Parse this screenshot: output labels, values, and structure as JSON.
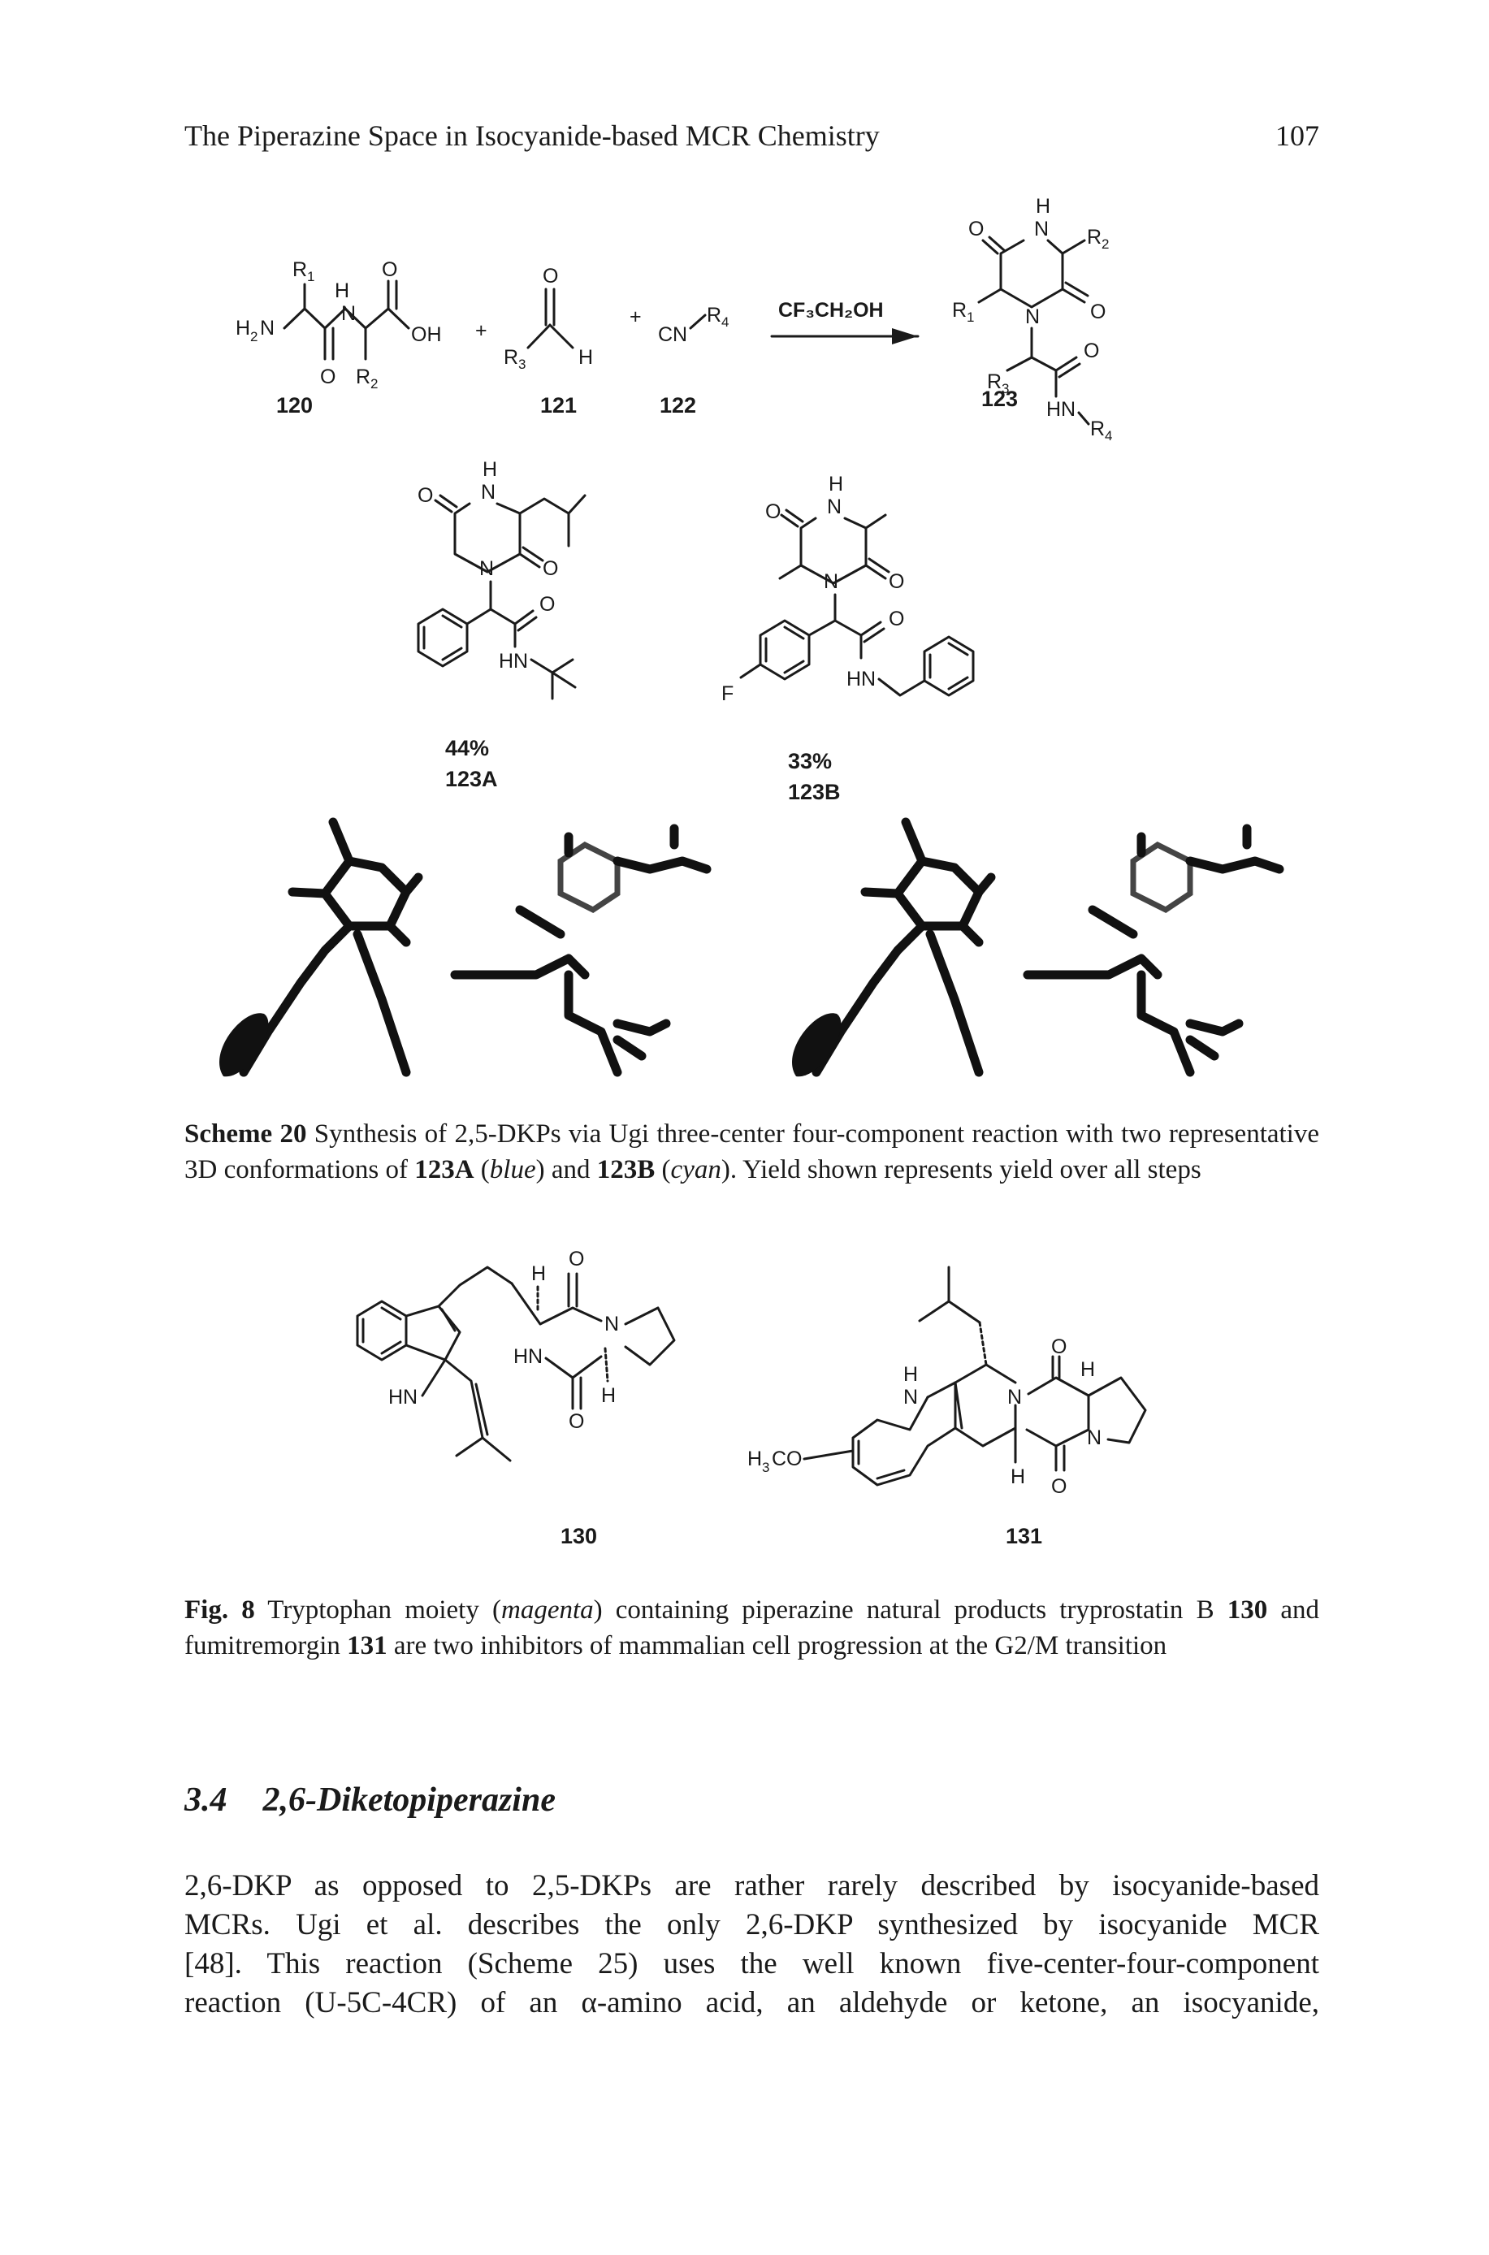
{
  "header": {
    "running_title": "The Piperazine Space in Isocyanide-based MCR Chemistry",
    "page_number": "107"
  },
  "scheme20": {
    "reaction_condition": "CF₃CH₂OH",
    "compound_labels": {
      "c120": "120",
      "c121": "121",
      "c122": "122",
      "c123": "123"
    },
    "product_a": {
      "yield": "44%",
      "label": "123A"
    },
    "product_b": {
      "yield": "33%",
      "label": "123B"
    },
    "caption": {
      "label": "Scheme 20",
      "text_before": " Synthesis of 2,5-DKPs via Ugi three-center four-component reaction with two representative 3D conformations of ",
      "ref_a": "123A",
      "color_a": "blue",
      "text_middle": " and ",
      "ref_b": "123B",
      "color_b": "cyan",
      "text_after": ". Yield shown represents yield over all steps"
    }
  },
  "fig8": {
    "compound_labels": {
      "c130": "130",
      "c131": "131"
    },
    "caption": {
      "label": "Fig. 8",
      "text_before": " Tryptophan moiety (",
      "color": "magenta",
      "text_middle": ") containing piperazine natural products tryprostatin B ",
      "ref_130": "130",
      "text_middle2": " and fumitremorgin ",
      "ref_131": "131",
      "text_after": " are two inhibitors of mammalian cell progression at the G2/M transition"
    }
  },
  "section": {
    "number": "3.4",
    "title": "2,6-Diketopiperazine"
  },
  "body_lines": [
    "2,6-DKP as opposed to 2,5-DKPs are rather rarely described by isocyanide-based",
    "MCRs. Ugi et al. describes the only 2,6-DKP synthesized by isocyanide MCR",
    "[48]. This reaction (Scheme 25) uses the well known five-center-four-component",
    "reaction (U-5C-4CR) of an α-amino acid, an aldehyde or ketone, an isocyanide,"
  ]
}
